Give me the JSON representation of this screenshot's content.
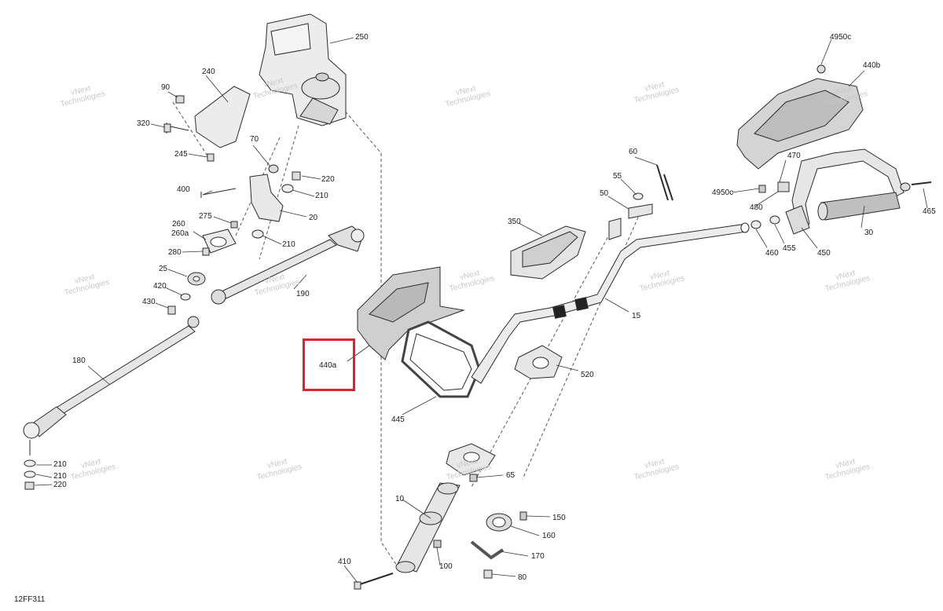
{
  "figure_code": "12FF311",
  "highlighted_callout": "440a",
  "watermark": {
    "line1": "vNext",
    "line2": "Technologies"
  },
  "colors": {
    "highlight": "#d9262c",
    "line": "#2b2b2b",
    "part_fill": "#e6e6e6",
    "part_shade": "#cfcfcf"
  },
  "callouts": [
    "250",
    "240",
    "90",
    "320",
    "245",
    "70",
    "220",
    "400",
    "210",
    "20",
    "275",
    "260",
    "260a",
    "210",
    "280",
    "190",
    "25",
    "420",
    "430",
    "180",
    "210",
    "210",
    "220",
    "4950c",
    "440b",
    "60",
    "55",
    "50",
    "470",
    "4950c",
    "480",
    "465",
    "350",
    "460",
    "455",
    "450",
    "30",
    "15",
    "520",
    "445",
    "65",
    "10",
    "150",
    "160",
    "100",
    "170",
    "410",
    "80"
  ]
}
